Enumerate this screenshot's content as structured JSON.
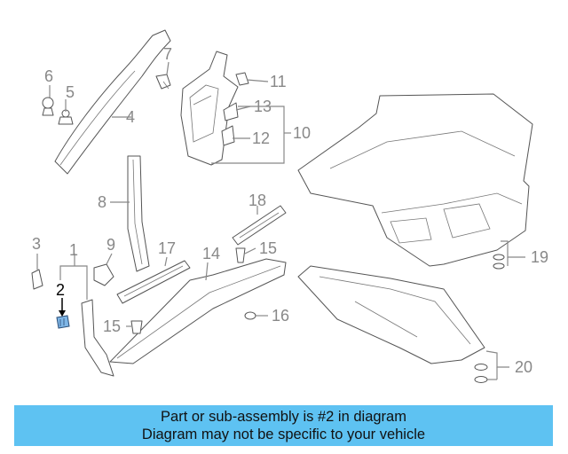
{
  "callouts": {
    "c1": "1",
    "c2": "2",
    "c3": "3",
    "c4": "4",
    "c5": "5",
    "c6": "6",
    "c7": "7",
    "c8": "8",
    "c9": "9",
    "c10": "10",
    "c11": "11",
    "c12": "12",
    "c13": "13",
    "c14": "14",
    "c15a": "15",
    "c15b": "15",
    "c16": "16",
    "c17": "17",
    "c18": "18",
    "c19": "19",
    "c20": "20"
  },
  "highlight_color": "#5ec2f2",
  "banner": {
    "line1": "Part or sub-assembly is #2 in diagram",
    "line2": "Diagram may not be specific to your vehicle"
  }
}
